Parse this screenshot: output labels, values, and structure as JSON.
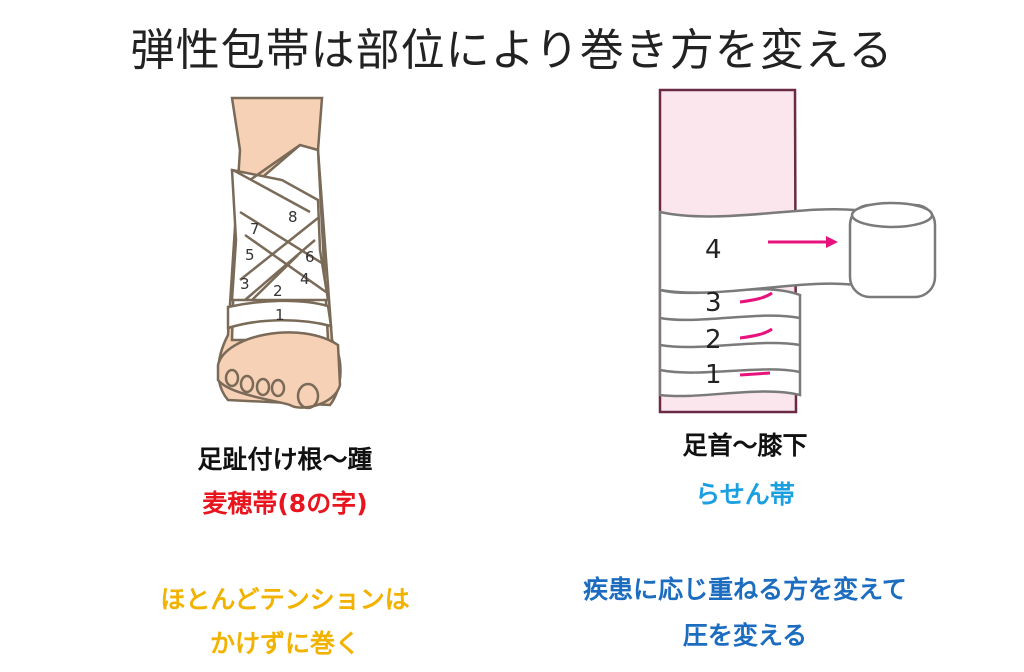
{
  "title": "弾性包帯は部位により巻き方を変える",
  "left": {
    "region": "足趾付け根〜踵",
    "method": "麦穂帯(8の字)",
    "note_lines": [
      "ほとんどテンションは",
      "かけずに巻く"
    ],
    "layer_numbers": [
      "1",
      "2",
      "3",
      "4",
      "5",
      "6",
      "7",
      "8"
    ]
  },
  "right": {
    "region": "足首〜膝下",
    "method": "らせん帯",
    "note_lines": [
      "疾患に応じ重ねる方を変えて",
      "圧を変える"
    ],
    "layer_numbers": [
      "1",
      "2",
      "3",
      "4"
    ]
  },
  "colors": {
    "red": "#e8141e",
    "cyan": "#1a9fe0",
    "amber": "#f2b200",
    "blue": "#1c6cc0",
    "arrow": "#e8127c"
  }
}
